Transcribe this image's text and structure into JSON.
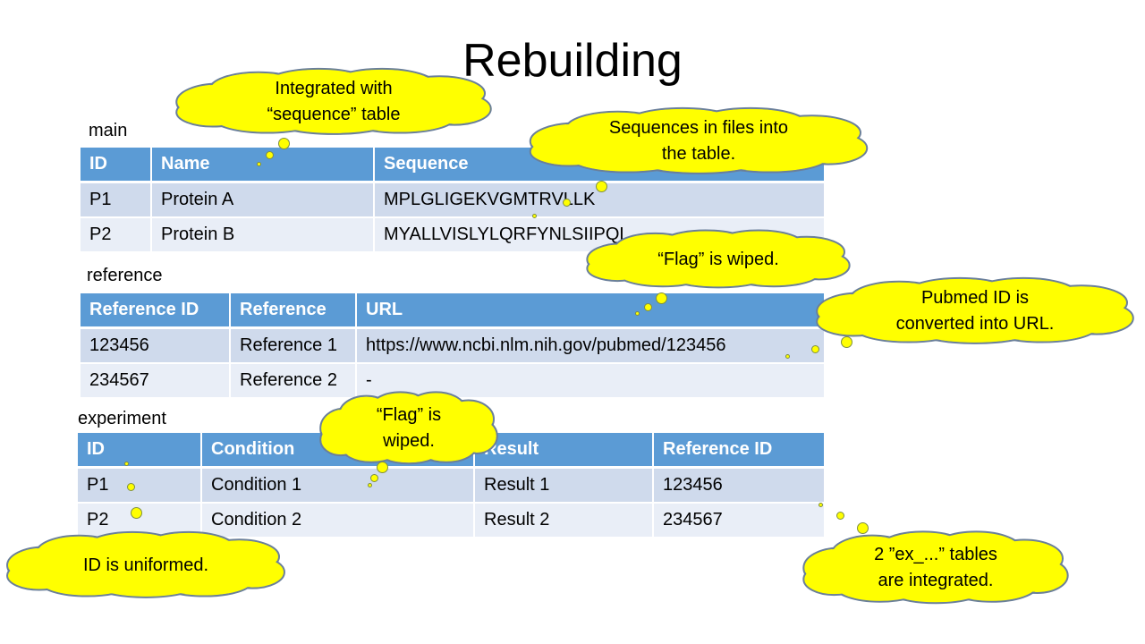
{
  "slide": {
    "title": "Rebuilding"
  },
  "tables": {
    "main": {
      "label": "main",
      "headers": [
        "ID",
        "Name",
        "Sequence"
      ],
      "rows": [
        [
          "P1",
          "Protein A",
          "MPLGLIGEKVGMTRVLLK"
        ],
        [
          "P2",
          "Protein B",
          "MYALLVISLYLQRFYNLSIIPQL"
        ]
      ]
    },
    "reference": {
      "label": "reference",
      "headers": [
        "Reference ID",
        "Reference",
        "URL"
      ],
      "rows": [
        [
          "123456",
          "Reference 1",
          "https://www.ncbi.nlm.nih.gov/pubmed/123456"
        ],
        [
          "234567",
          "Reference 2",
          "-"
        ]
      ]
    },
    "experiment": {
      "label": "experiment",
      "headers": [
        "ID",
        "Condition",
        "Result",
        "Reference ID"
      ],
      "rows": [
        [
          "P1",
          "Condition 1",
          "Result 1",
          "123456"
        ],
        [
          "P2",
          "Condition 2",
          "Result 2",
          "234567"
        ]
      ]
    }
  },
  "callouts": {
    "integrated": {
      "line1": "Integrated with",
      "line2": "“sequence” table"
    },
    "sequences": {
      "line1": "Sequences in files into",
      "line2": "the table."
    },
    "flag_ref": {
      "line1": "“Flag” is wiped."
    },
    "pubmed": {
      "line1": "Pubmed ID is",
      "line2": "converted into URL."
    },
    "flag_exp": {
      "line1": "“Flag” is",
      "line2": "wiped."
    },
    "id_uniform": {
      "line1": "ID is uniformed."
    },
    "ex_tables": {
      "line1": "2 ”ex_...” tables",
      "line2": "are integrated."
    }
  },
  "colors": {
    "header": "#5b9bd5",
    "row_odd": "#cfdaec",
    "row_even": "#e9eef7",
    "callout": "#ffff00"
  }
}
